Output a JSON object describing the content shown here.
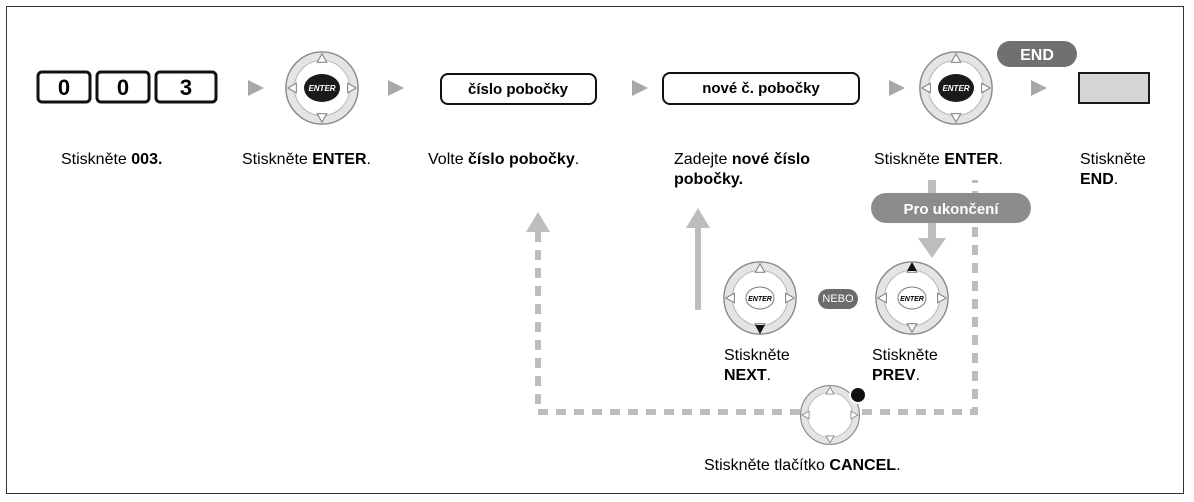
{
  "keys": {
    "digits": [
      "0",
      "0",
      "3"
    ],
    "enter_key_text": "ENTER",
    "end_badge": "END"
  },
  "boxes": {
    "extension_number": "číslo pobočky",
    "new_extension_number": "nové č. pobočky"
  },
  "steps": [
    {
      "pre": "Stiskněte ",
      "bold": "003.",
      "post": ""
    },
    {
      "pre": "Stiskněte ",
      "bold": "ENTER",
      "post": "."
    },
    {
      "pre": "Volte ",
      "bold": "číslo pobočky",
      "post": "."
    },
    {
      "pre": "Zadejte ",
      "bold": "nové číslo",
      "post": "",
      "line2_bold": "pobočky."
    },
    {
      "pre": "Stiskněte ",
      "bold": "ENTER",
      "post": "."
    },
    {
      "pre": "Stiskněte",
      "bold": "",
      "post": "",
      "line2_bold": "END",
      "line2_post": "."
    }
  ],
  "to_finish_label": "Pro ukončení",
  "or_label": "NEBO",
  "next_step": {
    "line1": "Stiskněte",
    "bold": "NEXT",
    "post": "."
  },
  "prev_step": {
    "line1": "Stiskněte",
    "bold": "PREV",
    "post": "."
  },
  "cancel_step": {
    "pre": "Stiskněte tlačítko ",
    "bold": "CANCEL",
    "post": "."
  }
}
